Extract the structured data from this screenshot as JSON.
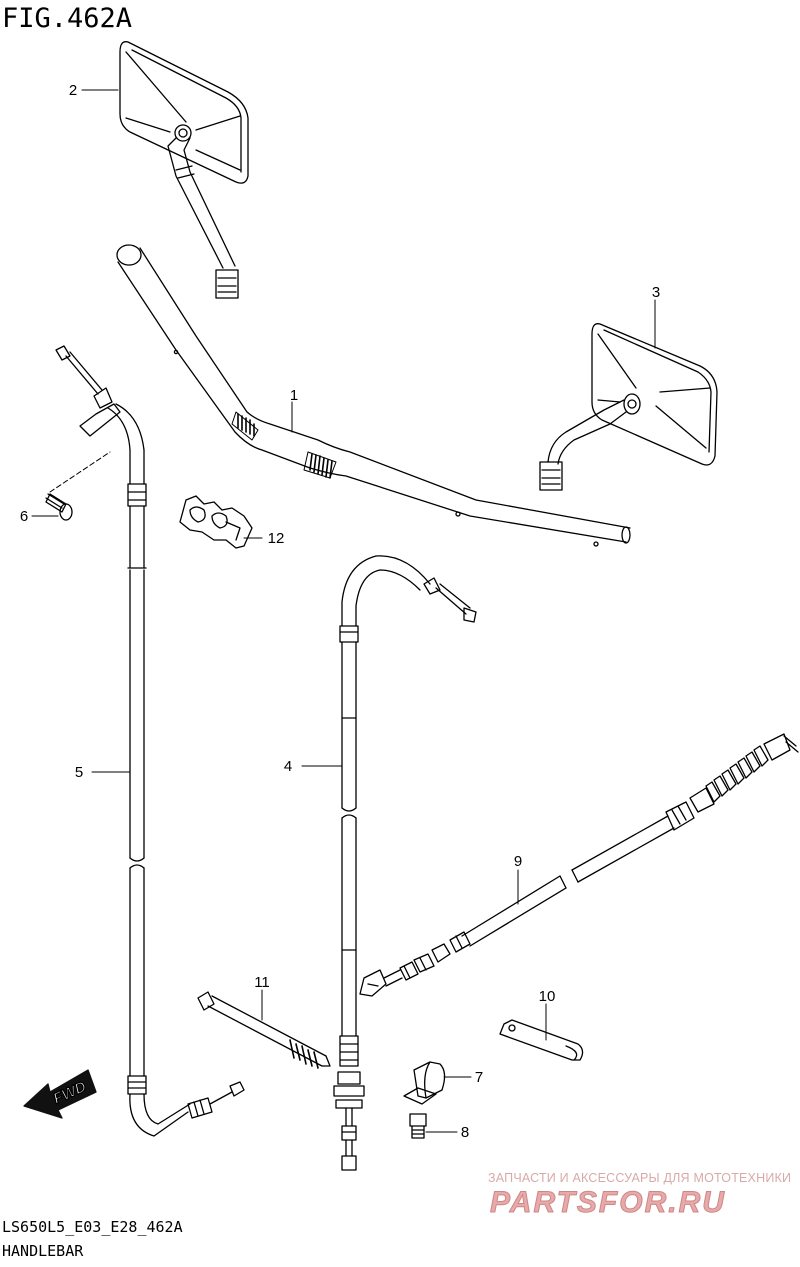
{
  "figure": {
    "title": "FIG.462A",
    "model_code": "LS650L5_E03_E28_462A",
    "page_name": "HANDLEBAR"
  },
  "callouts": [
    {
      "number": "1",
      "part": "handlebar"
    },
    {
      "number": "2",
      "part": "left-mirror"
    },
    {
      "number": "3",
      "part": "right-mirror"
    },
    {
      "number": "4",
      "part": "cable"
    },
    {
      "number": "5",
      "part": "cable"
    },
    {
      "number": "6",
      "part": "bolt"
    },
    {
      "number": "7",
      "part": "clamp"
    },
    {
      "number": "8",
      "part": "bolt"
    },
    {
      "number": "9",
      "part": "clutch-cable"
    },
    {
      "number": "10",
      "part": "bracket"
    },
    {
      "number": "11",
      "part": "cable-tie"
    },
    {
      "number": "12",
      "part": "clamp"
    }
  ],
  "fwd_label": "FWD",
  "watermark": {
    "caption": "ЗАПЧАСТИ И АКСЕССУАРЫ ДЛЯ МОТОТЕХНИКИ",
    "logo_text": "PARTSFOR.RU",
    "color": "#e9a9a9"
  }
}
